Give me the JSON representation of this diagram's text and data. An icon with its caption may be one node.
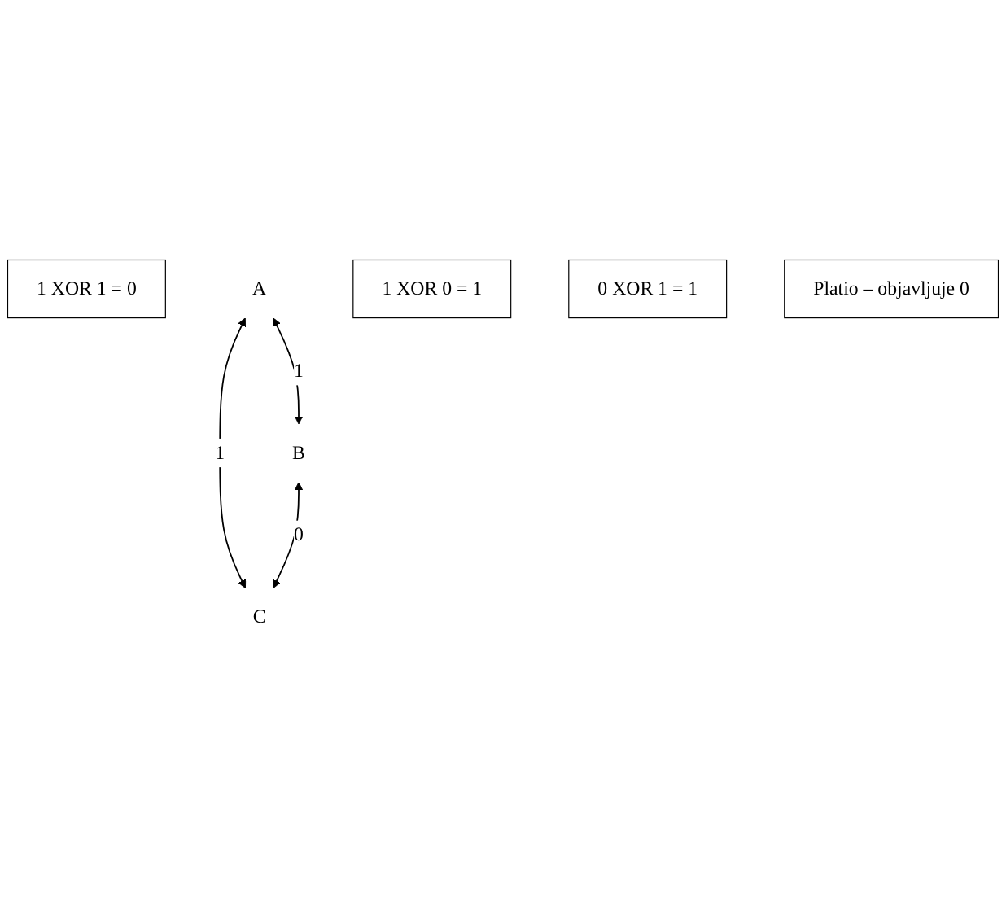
{
  "diagram": {
    "nodes": [
      {
        "text": [
          "1 XOR 1 = 0"
        ]
      },
      {
        "text": [
          "A"
        ]
      },
      {
        "text": [
          "B"
        ]
      },
      {
        "text": [
          "C"
        ]
      },
      {
        "text": [
          "1 XOR 0 = 1"
        ]
      },
      {
        "text": [
          "0 XOR 1 = 1"
        ]
      },
      {
        "text": [
          "Platio – objavljuje 0"
        ]
      }
    ],
    "edges": [
      {
        "from": 1,
        "to": 2,
        "arrow": "both",
        "label": "1"
      },
      {
        "from": 1,
        "to": 3,
        "arrow": "both",
        "label": "1"
      },
      {
        "from": 2,
        "to": 3,
        "arrow": "both",
        "label": "0"
      }
    ]
  }
}
